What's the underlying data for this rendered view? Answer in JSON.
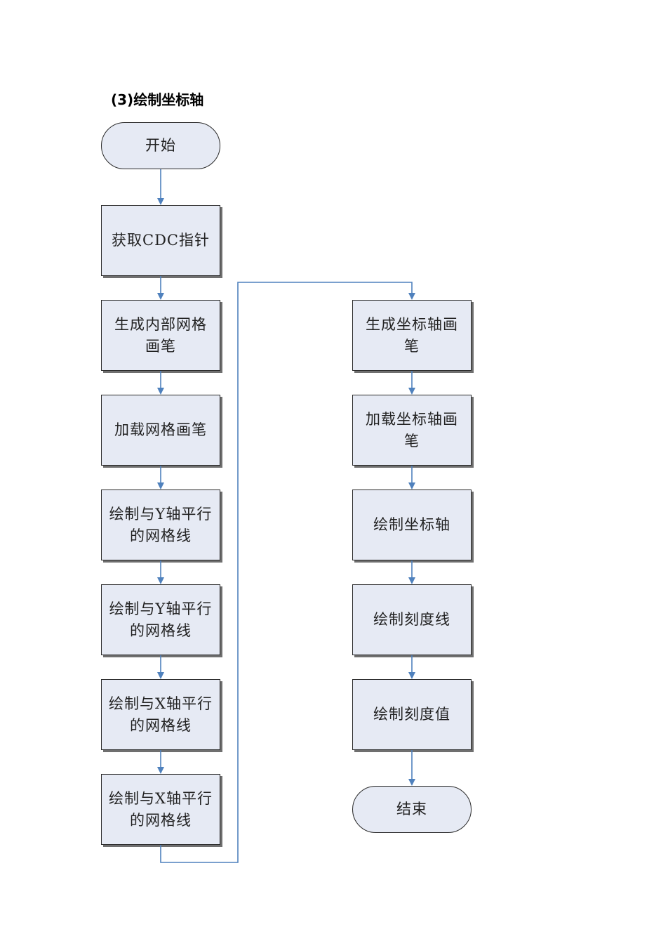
{
  "heading": "(3)绘制坐标轴",
  "nodes": {
    "start": "开始",
    "get_cdc": "获取CDC指针",
    "create_grid_pen": "生成内部网格画笔",
    "load_grid_pen": "加载网格画笔",
    "draw_y_grid_1": "绘制与Y轴平行的网格线",
    "draw_y_grid_2": "绘制与Y轴平行的网格线",
    "draw_x_grid_1": "绘制与X轴平行的网格线",
    "draw_x_grid_2": "绘制与X轴平行的网格线",
    "create_axis_pen": "生成坐标轴画笔",
    "load_axis_pen": "加载坐标轴画笔",
    "draw_axis": "绘制坐标轴",
    "draw_ticks": "绘制刻度线",
    "draw_tick_values": "绘制刻度值",
    "end": "结束"
  },
  "colors": {
    "node_fill": "#e6eaf4",
    "connector": "#4f81bd"
  }
}
